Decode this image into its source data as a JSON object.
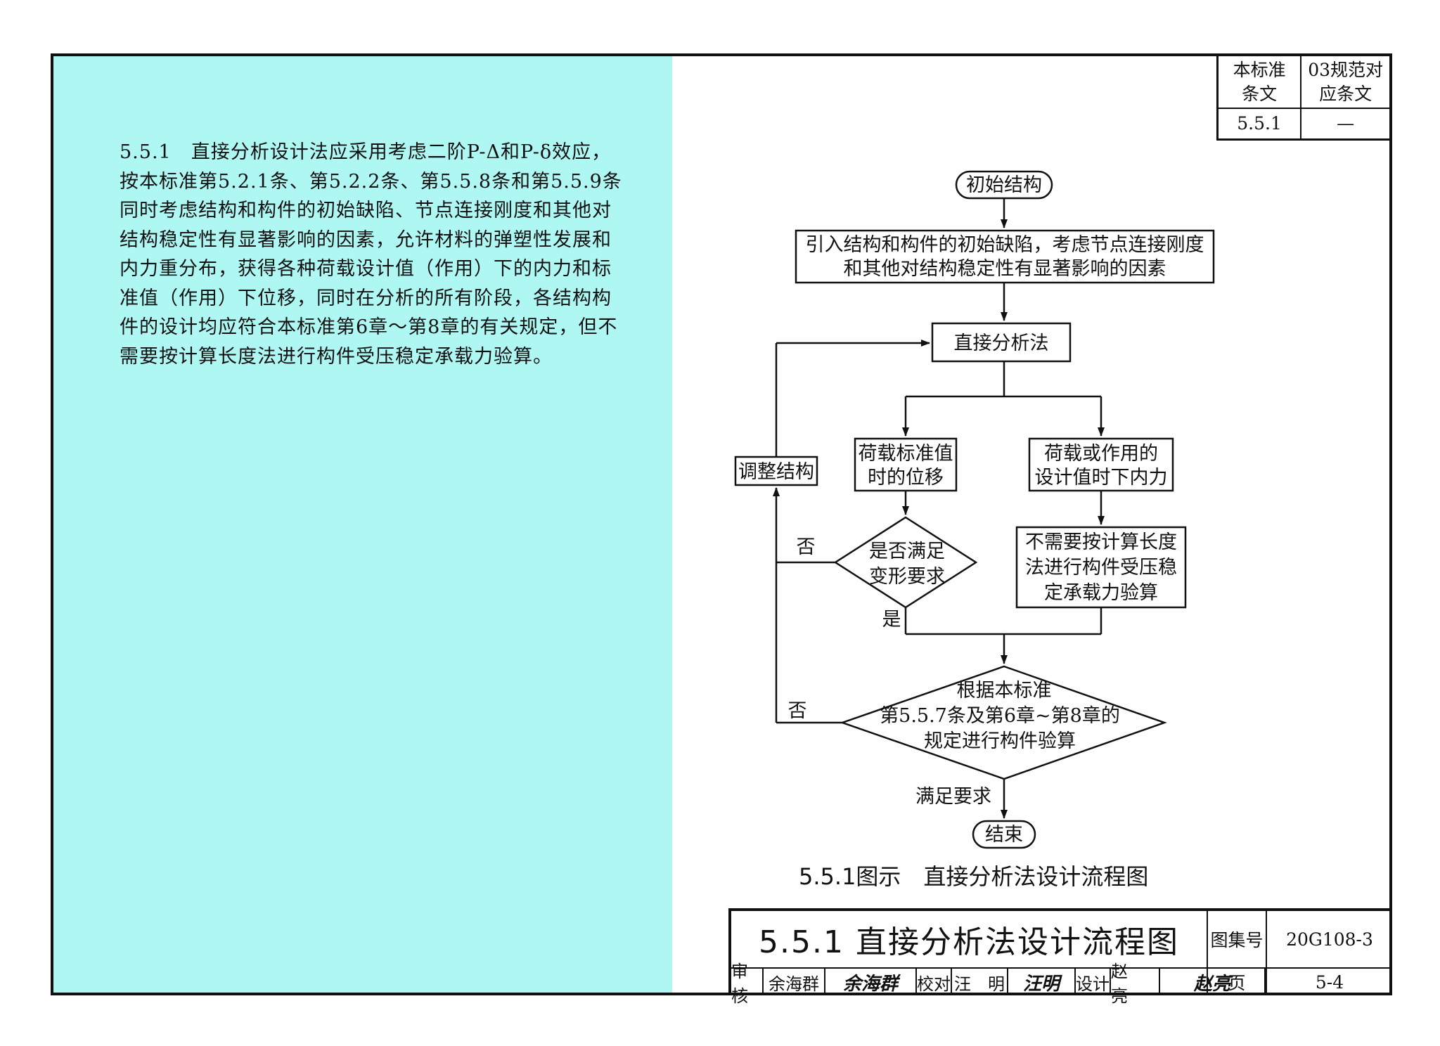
{
  "cornerbox": {
    "header_left": "本标准条文",
    "header_right": "03规范对应条文",
    "value_left": "5.5.1",
    "value_right": "—"
  },
  "clause": {
    "lines": [
      "5.5.1　直接分析设计法应采用考虑二阶P-Δ和P-δ效应，",
      "按本标准第5.2.1条、第5.2.2条、第5.5.8条和第5.5.9条",
      "同时考虑结构和构件的初始缺陷、节点连接刚度和其他对",
      "结构稳定性有显著影响的因素，允许材料的弹塑性发展和",
      "内力重分布，获得各种荷载设计值（作用）下的内力和标",
      "准值（作用）下位移，同时在分析的所有阶段，各结构构",
      "件的设计均应符合本标准第6章～第8章的有关规定，但不",
      "需要按计算长度法进行构件受压稳定承载力验算。"
    ]
  },
  "flowchart": {
    "start": "初始结构",
    "step1_line1": "引入结构和构件的初始缺陷，考虑节点连接刚度",
    "step1_line2": "和其他对结构稳定性有显著影响的因素",
    "method": "直接分析法",
    "adjust": "调整结构",
    "disp_line1": "荷载标准值",
    "disp_line2": "时的位移",
    "force_line1": "荷载或作用的",
    "force_line2": "设计值时下内力",
    "check_line1": "是否满足",
    "check_line2": "变形要求",
    "noneed_line1": "不需要按计算长度",
    "noneed_line2": "法进行构件受压稳",
    "noneed_line3": "定承载力验算",
    "verify_line1": "根据本标准",
    "verify_line2": "第5.5.7条及第6章~第8章的",
    "verify_line3": "规定进行构件验算",
    "no1": "否",
    "yes1": "是",
    "no2": "否",
    "satisfied": "满足要求",
    "end": "结束"
  },
  "caption": "5.5.1图示　直接分析法设计流程图",
  "titleblock": {
    "title": "5.5.1 直接分析法设计流程图",
    "atlas_label": "图集号",
    "atlas_no": "20G108-3",
    "page_label": "页",
    "page_no": "5-4",
    "review_label": "审核",
    "reviewer": "余海群",
    "reviewer_sig": "余海群",
    "check_label": "校对",
    "checker": "汪　明",
    "checker_sig": "汪明",
    "design_label": "设计",
    "designer": "赵　亮",
    "designer_sig": "赵亮"
  }
}
